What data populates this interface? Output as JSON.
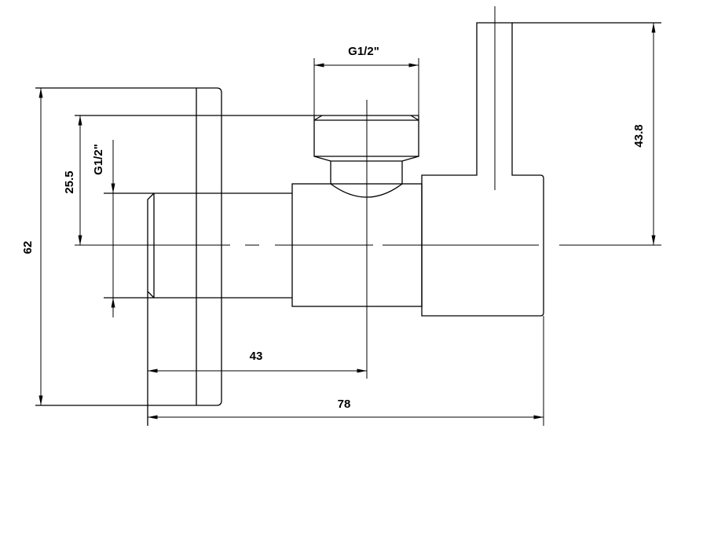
{
  "dimensions": {
    "overall_height": "62",
    "inlet_center_offset": "25.5",
    "inlet_thread": "G1/2\"",
    "outlet_thread": "G1/2\"",
    "handle_height": "43.8",
    "outlet_axis_distance": "43",
    "overall_length": "78"
  },
  "colors": {
    "line": "#000000",
    "background": "#ffffff"
  }
}
